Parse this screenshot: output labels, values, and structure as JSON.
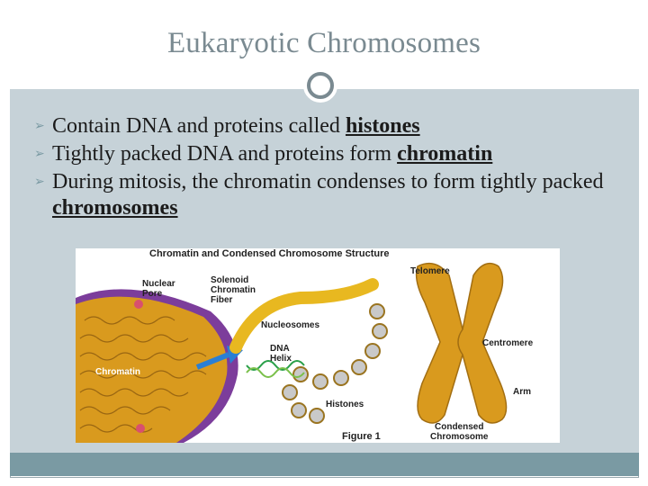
{
  "slide": {
    "title": "Eukaryotic Chromosomes",
    "bullets": [
      {
        "text": "Contain DNA and proteins called ",
        "term": "histones"
      },
      {
        "text": "Tightly packed DNA and proteins form ",
        "term": "chromatin"
      },
      {
        "text": "During mitosis, the chromatin condenses to form tightly packed ",
        "term": "chromosomes"
      }
    ]
  },
  "figure": {
    "title": "Chromatin and Condensed Chromosome Structure",
    "labels": {
      "nuclear_pore": "Nuclear\nPore",
      "solenoid": "Solenoid\nChromatin\nFiber",
      "nucleosomes": "Nucleosomes",
      "dna_helix": "DNA\nHelix",
      "chromatin": "Chromatin",
      "histones": "Histones",
      "telomere": "Telomere",
      "centromere": "Centromere",
      "arm": "Arm",
      "condensed": "Condensed\nChromosome",
      "figure_no": "Figure 1"
    }
  },
  "colors": {
    "accent": "#7a9aa3",
    "title": "#7a8a91",
    "content_bg": "#c6d2d8",
    "chromatin": "#d99a1e",
    "nucleus": "#7c3d9b",
    "arrow": "#2a7fd4"
  }
}
